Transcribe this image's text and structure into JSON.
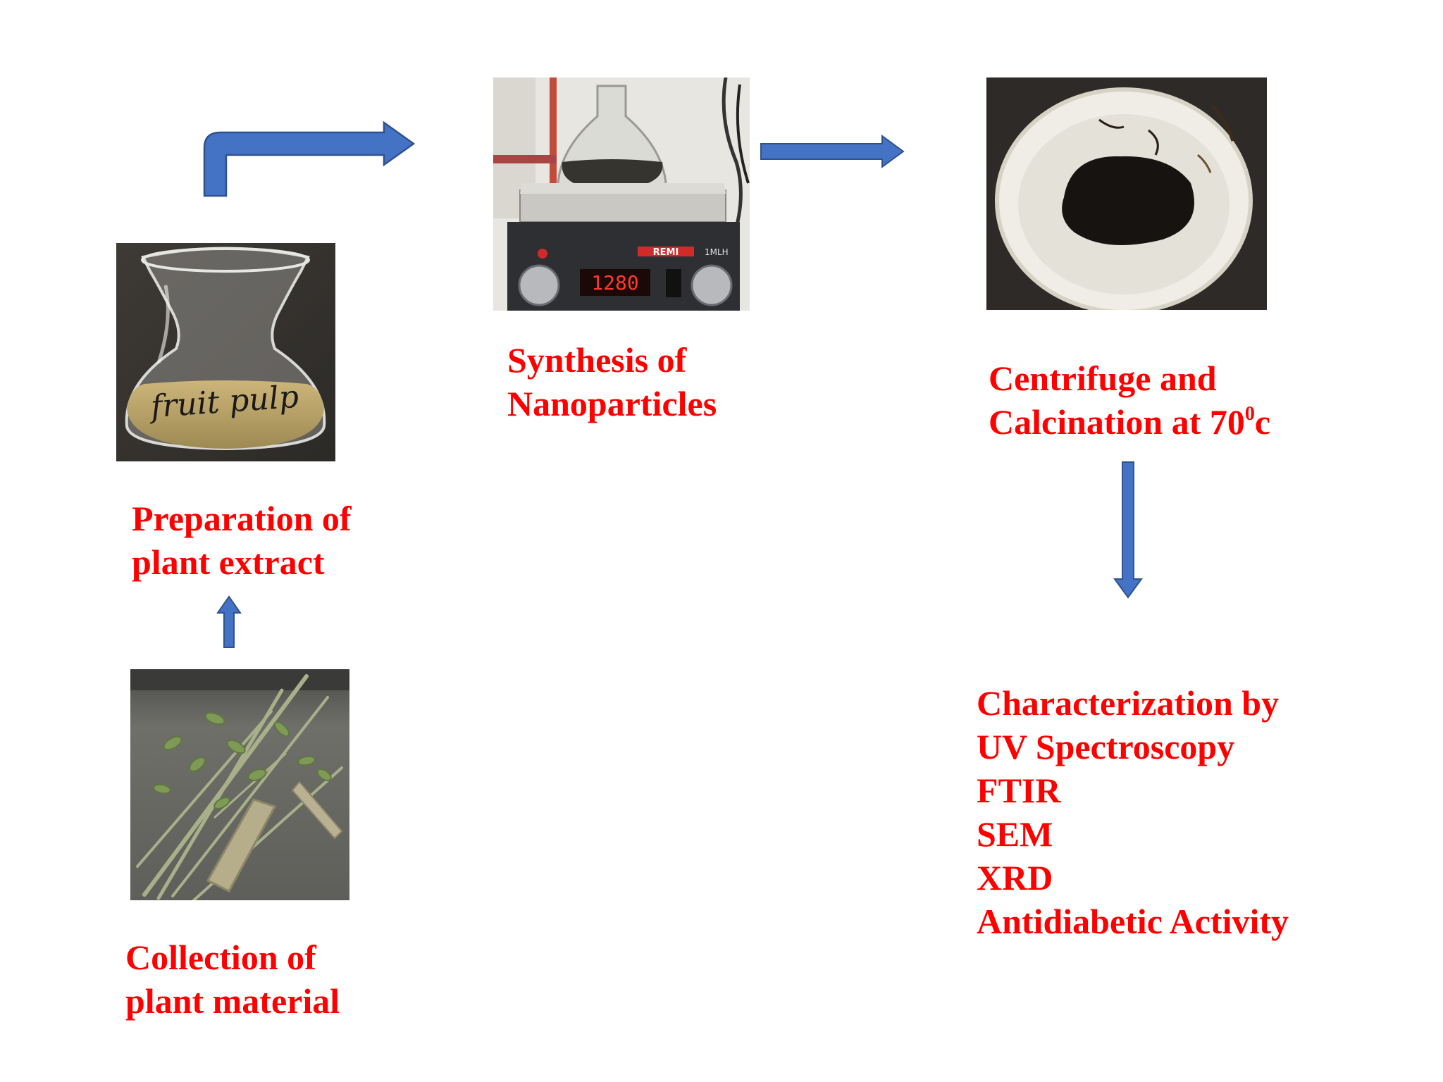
{
  "colors": {
    "label": "#ff0000",
    "arrow_fill": "#4472c4",
    "arrow_stroke": "#2f528f"
  },
  "steps": {
    "collection": {
      "lines": [
        "Collection of",
        "plant material"
      ],
      "photo": "plant-branches-photo"
    },
    "preparation": {
      "lines": [
        "Preparation of",
        "plant extract"
      ],
      "photo": "fruit-pulp-flask-photo",
      "flask_text": "fruit pulp"
    },
    "synthesis": {
      "lines": [
        "Synthesis of",
        "Nanoparticles"
      ],
      "photo": "magnetic-stirrer-photo",
      "stirrer_brand": "REMI",
      "stirrer_model": "1MLH",
      "display_value": "1280"
    },
    "calcination": {
      "line1": "Centrifuge and",
      "line2_prefix": "Calcination at 70",
      "line2_sup": "0",
      "line2_suffix": "c",
      "photo": "dark-residue-dish-photo"
    },
    "characterization": {
      "lines": [
        "Characterization by",
        "UV Spectroscopy",
        "FTIR",
        "SEM",
        "XRD",
        "Antidiabetic Activity"
      ]
    }
  },
  "arrows": [
    "up-arrow",
    "bent-right-arrow",
    "right-arrow",
    "down-arrow"
  ]
}
